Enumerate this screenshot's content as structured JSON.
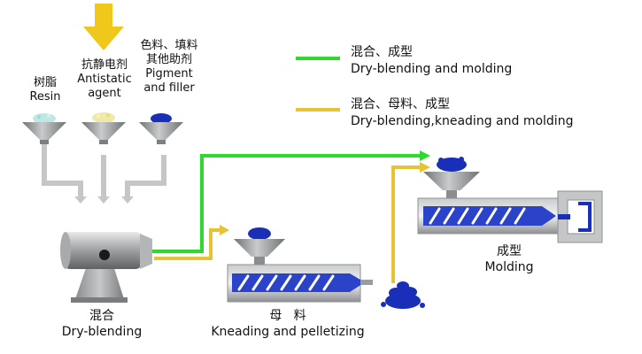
{
  "colors": {
    "green_line": "#2ed82e",
    "yellow_line": "#e6c235",
    "down_arrow": "#f0c81c",
    "pellet_blue": "#1a2fb8",
    "screw_blue": "#2a43c8",
    "hopper_gray": "#8f9294",
    "feed_arrow_gray": "#c4c6c8"
  },
  "icons": {
    "down_arrow": "down-arrow-icon",
    "hopper": "hopper-icon",
    "extruder": "extruder-icon",
    "mixer": "drum-mixer-icon",
    "mold": "mold-icon"
  },
  "inputs": {
    "resin": {
      "cn": "树脂",
      "en": "Resin"
    },
    "antistatic": {
      "cn": "抗静电剂",
      "en_1": "Antistatic",
      "en_2": "agent"
    },
    "pigment": {
      "cn_1": "色料、填料",
      "cn_2": "其他助剂",
      "en_1": "Pigment",
      "en_2": "and filler"
    }
  },
  "legend": {
    "green": {
      "cn": "混合、成型",
      "en": "Dry-blending and molding"
    },
    "yellow": {
      "cn": "混合、母料、成型",
      "en": "Dry-blending,kneading and molding"
    }
  },
  "stages": {
    "dry_blending": {
      "cn": "混合",
      "en": "Dry-blending"
    },
    "kneading": {
      "cn": "母   料",
      "en": "Kneading and pelletizing"
    },
    "molding": {
      "cn": "成型",
      "en": "Molding"
    }
  }
}
